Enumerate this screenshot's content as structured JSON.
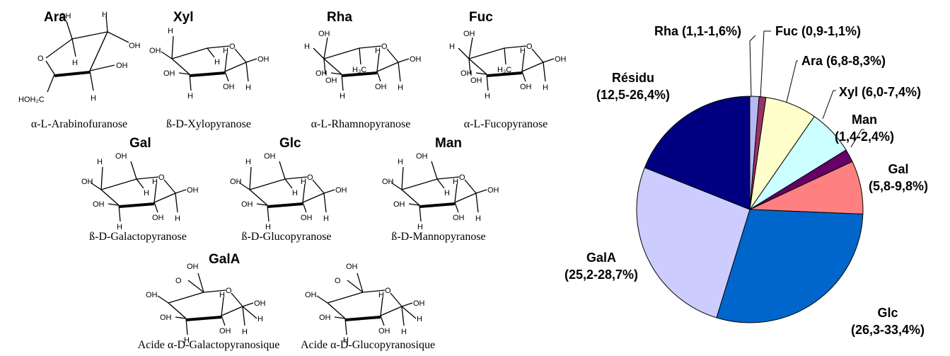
{
  "structures": [
    {
      "abbr": "Ara",
      "name": "α-L-Arabinofuranose",
      "kind": "furanose"
    },
    {
      "abbr": "Xyl",
      "name": "ß-D-Xylopyranose",
      "kind": "pyranose"
    },
    {
      "abbr": "Rha",
      "name": "α-L-Rhamnopyranose",
      "kind": "pyranose-methyl"
    },
    {
      "abbr": "Fuc",
      "name": "α-L-Fucopyranose",
      "kind": "pyranose-methyl"
    },
    {
      "abbr": "Gal",
      "name": "ß-D-Galactopyranose",
      "kind": "pyranose-cw"
    },
    {
      "abbr": "Glc",
      "name": "ß-D-Glucopyranose",
      "kind": "pyranose-cw"
    },
    {
      "abbr": "Man",
      "name": "ß-D-Mannopyranose",
      "kind": "pyranose-cw"
    },
    {
      "abbr": "GalA",
      "name": "Acide α-D-Galactopyranosique",
      "kind": "pyranose-acid"
    },
    {
      "abbr": "",
      "name": "Acide α-D-Glucopyranosique",
      "kind": "pyranose-acid"
    }
  ],
  "atom_labels": {
    "oh": "OH",
    "h": "H",
    "o": "O",
    "ch2": "HOH₂C",
    "ch3": "H₃C"
  },
  "chart_data": {
    "type": "pie",
    "start_angle_deg": 0,
    "direction": "clockwise",
    "slices": [
      {
        "label": "Rha (1,1-1,6%)",
        "value": 1.35,
        "color": "#b8b8f5"
      },
      {
        "label": "Fuc (0,9-1,1%)",
        "value": 1.0,
        "color": "#993366"
      },
      {
        "label": "Ara (6,8-8,3%)",
        "value": 7.55,
        "color": "#ffffcc"
      },
      {
        "label": "Xyl (6,0-7,4%)",
        "value": 6.7,
        "color": "#ccffff"
      },
      {
        "label": "Man (1,4-2,4%)",
        "value": 1.9,
        "color": "#660066"
      },
      {
        "label": "Gal (5,8-9,8%)",
        "value": 7.8,
        "color": "#ff8080"
      },
      {
        "label": "Glc (26,3-33,4%)",
        "value": 29.85,
        "color": "#0066cc"
      },
      {
        "label": "GalA (25,2-28,7%)",
        "value": 26.95,
        "color": "#ccccff"
      },
      {
        "label": "Résidu (12,5-26,4%)",
        "value": 19.45,
        "color": "#000080"
      }
    ]
  }
}
